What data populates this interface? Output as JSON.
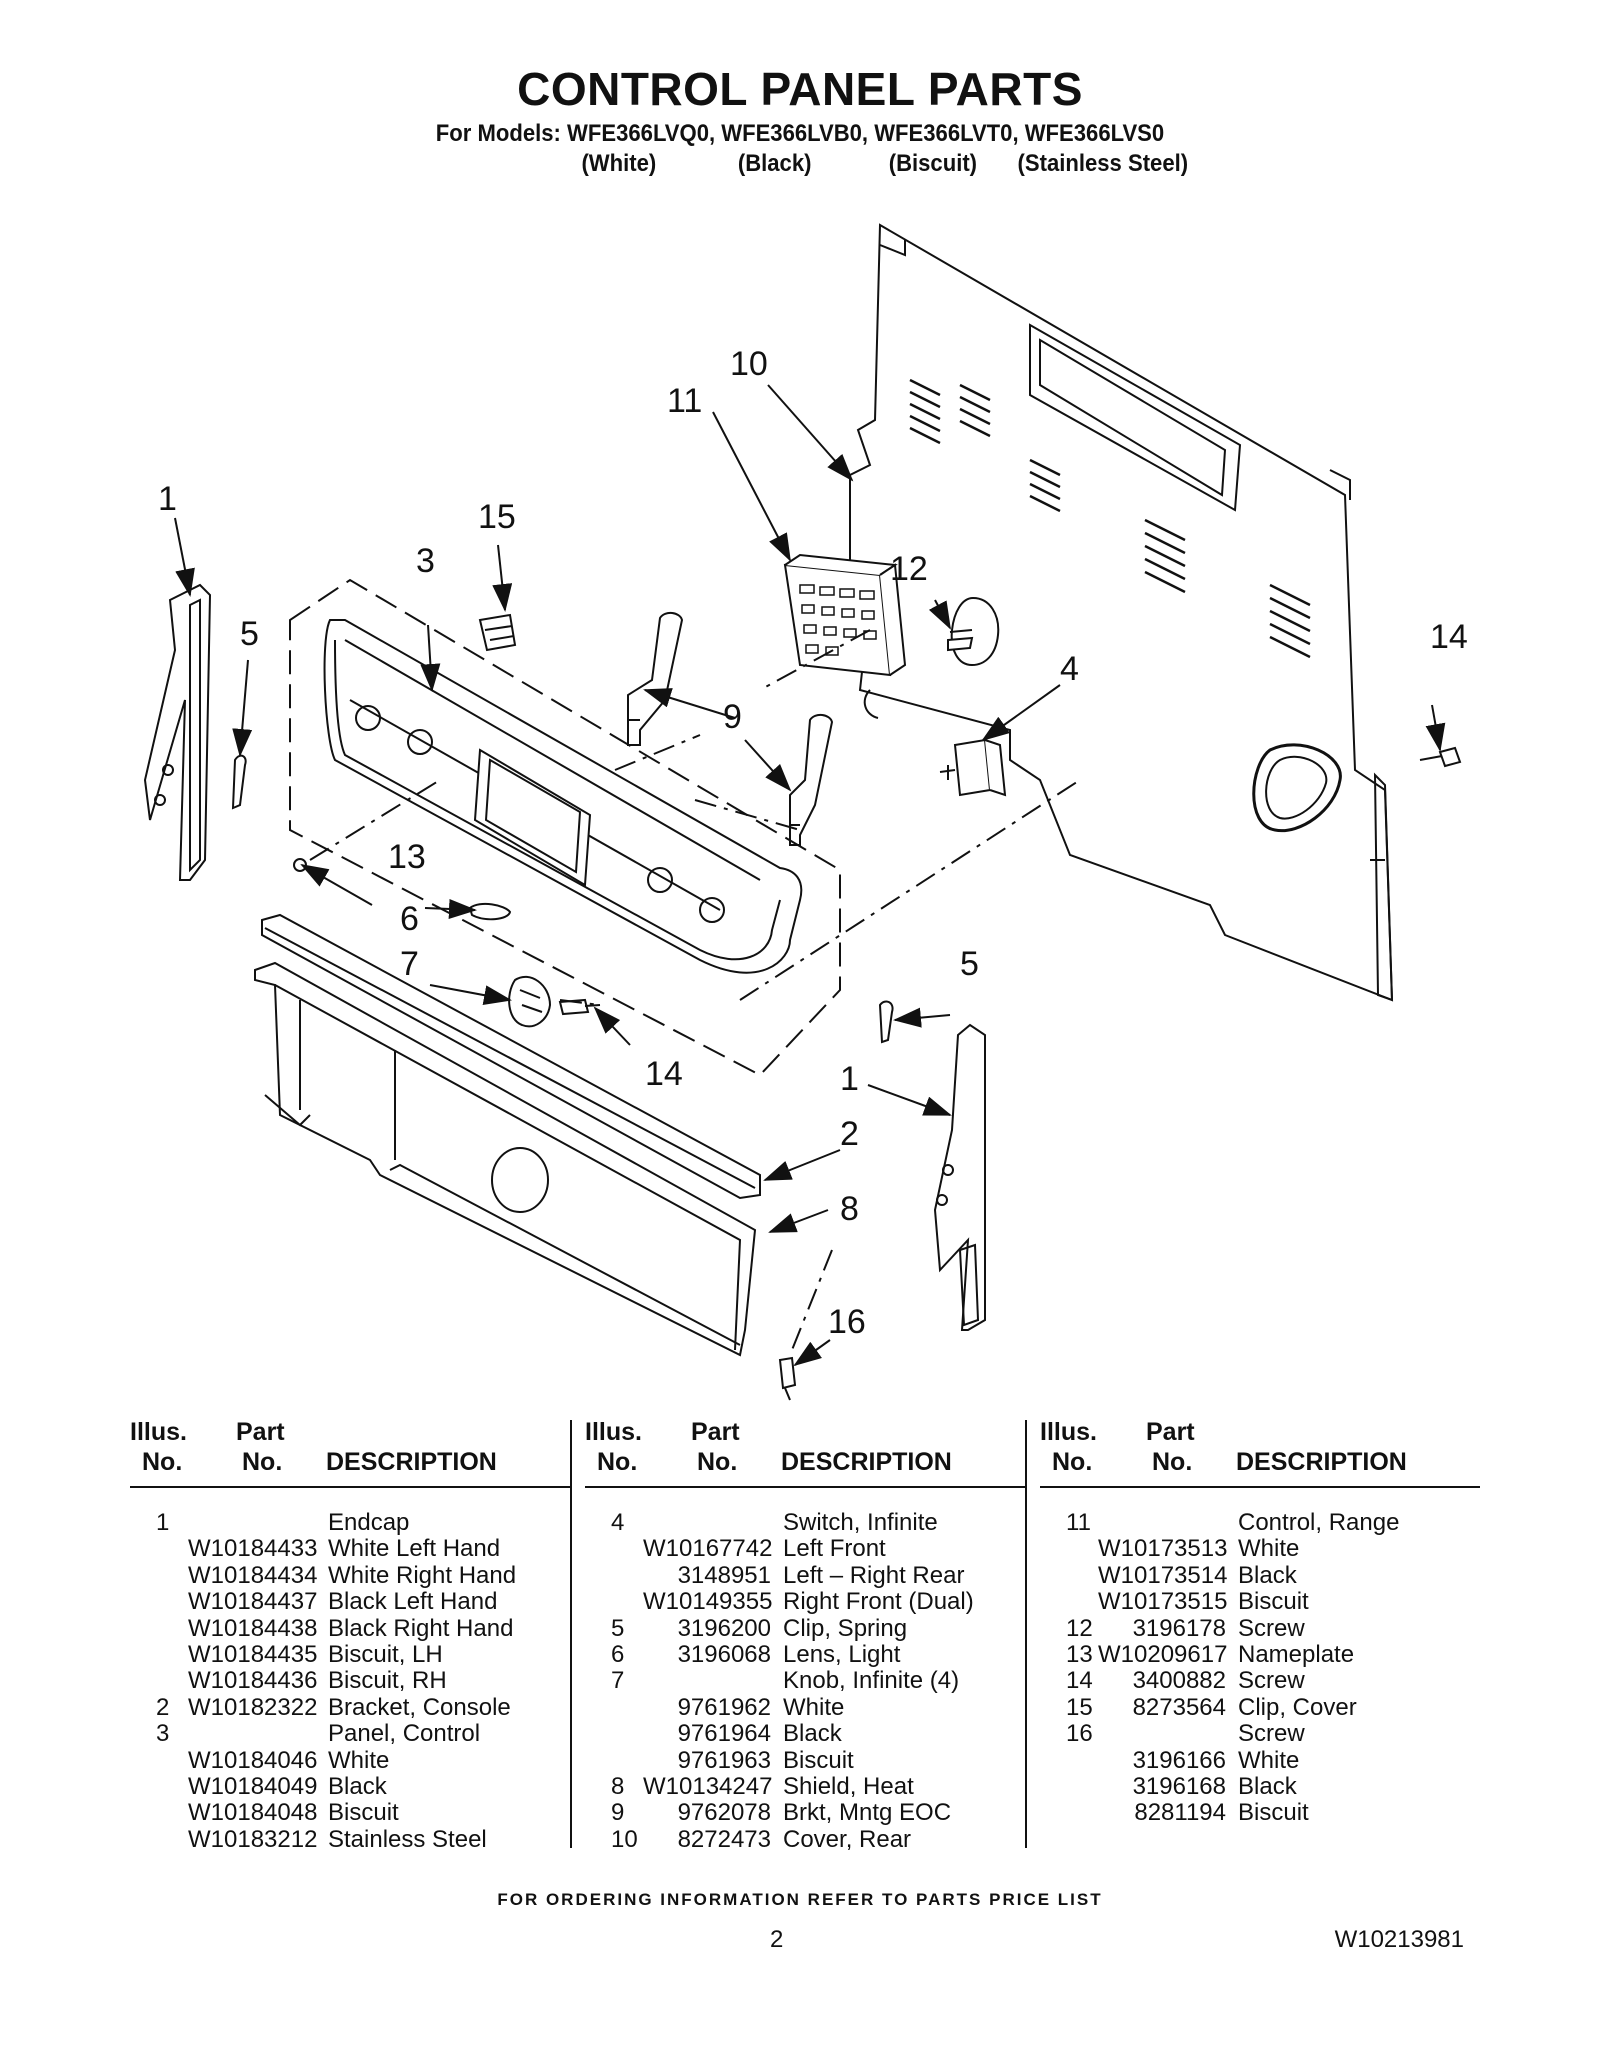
{
  "header": {
    "title": "CONTROL PANEL PARTS",
    "models_line": "For Models: WFE366LVQ0, WFE366LVB0, WFE366LVT0, WFE366LVS0",
    "finishes": [
      "(White)",
      "(Black)",
      "(Biscuit)",
      "(Stainless Steel)"
    ]
  },
  "callouts": {
    "c1a": "1",
    "c1b": "1",
    "c2": "2",
    "c3": "3",
    "c4": "4",
    "c5a": "5",
    "c5b": "5",
    "c6": "6",
    "c7": "7",
    "c8": "8",
    "c9": "9",
    "c10": "10",
    "c11": "11",
    "c12": "12",
    "c13": "13",
    "c14a": "14",
    "c14b": "14",
    "c15": "15",
    "c16": "16"
  },
  "table_headers": {
    "illus_1": "Illus.",
    "illus_2": "No.",
    "part_1": "Part",
    "part_2": "No.",
    "description": "DESCRIPTION"
  },
  "parts_columns": [
    [
      {
        "illus": "1",
        "part": "",
        "desc": "Endcap"
      },
      {
        "illus": "",
        "part": "W10184433",
        "desc": "White Left Hand"
      },
      {
        "illus": "",
        "part": "W10184434",
        "desc": "White Right Hand"
      },
      {
        "illus": "",
        "part": "W10184437",
        "desc": "Black Left Hand"
      },
      {
        "illus": "",
        "part": "W10184438",
        "desc": "Black Right Hand"
      },
      {
        "illus": "",
        "part": "W10184435",
        "desc": "Biscuit, LH"
      },
      {
        "illus": "",
        "part": "W10184436",
        "desc": "Biscuit, RH"
      },
      {
        "illus": "2",
        "part": "W10182322",
        "desc": "Bracket, Console"
      },
      {
        "illus": "3",
        "part": "",
        "desc": "Panel, Control"
      },
      {
        "illus": "",
        "part": "W10184046",
        "desc": "White"
      },
      {
        "illus": "",
        "part": "W10184049",
        "desc": "Black"
      },
      {
        "illus": "",
        "part": "W10184048",
        "desc": "Biscuit"
      },
      {
        "illus": "",
        "part": "W10183212",
        "desc": "Stainless Steel"
      }
    ],
    [
      {
        "illus": "4",
        "part": "",
        "desc": "Switch, Infinite"
      },
      {
        "illus": "",
        "part": "W10167742",
        "desc": "Left Front"
      },
      {
        "illus": "",
        "part": "3148951",
        "desc": "Left – Right Rear"
      },
      {
        "illus": "",
        "part": "W10149355",
        "desc": "Right Front (Dual)"
      },
      {
        "illus": "5",
        "part": "3196200",
        "desc": "Clip, Spring"
      },
      {
        "illus": "6",
        "part": "3196068",
        "desc": "Lens, Light"
      },
      {
        "illus": "7",
        "part": "",
        "desc": "Knob, Infinite (4)"
      },
      {
        "illus": "",
        "part": "9761962",
        "desc": "White"
      },
      {
        "illus": "",
        "part": "9761964",
        "desc": "Black"
      },
      {
        "illus": "",
        "part": "9761963",
        "desc": "Biscuit"
      },
      {
        "illus": "8",
        "part": "W10134247",
        "desc": "Shield, Heat"
      },
      {
        "illus": "9",
        "part": "9762078",
        "desc": "Brkt, Mntg EOC"
      },
      {
        "illus": "10",
        "part": "8272473",
        "desc": "Cover, Rear"
      }
    ],
    [
      {
        "illus": "11",
        "part": "",
        "desc": "Control, Range"
      },
      {
        "illus": "",
        "part": "W10173513",
        "desc": "White"
      },
      {
        "illus": "",
        "part": "W10173514",
        "desc": "Black"
      },
      {
        "illus": "",
        "part": "W10173515",
        "desc": "Biscuit"
      },
      {
        "illus": "12",
        "part": "3196178",
        "desc": "Screw"
      },
      {
        "illus": "13",
        "part": "W10209617",
        "desc": "Nameplate"
      },
      {
        "illus": "14",
        "part": "3400882",
        "desc": "Screw"
      },
      {
        "illus": "15",
        "part": "8273564",
        "desc": "Clip, Cover"
      },
      {
        "illus": "16",
        "part": "",
        "desc": "Screw"
      },
      {
        "illus": "",
        "part": "3196166",
        "desc": "White"
      },
      {
        "illus": "",
        "part": "3196168",
        "desc": "Black"
      },
      {
        "illus": "",
        "part": "8281194",
        "desc": "Biscuit"
      }
    ]
  ],
  "footer": {
    "ordering_note": "FOR ORDERING INFORMATION REFER TO PARTS PRICE LIST",
    "page_number": "2",
    "document_number": "W10213981"
  }
}
